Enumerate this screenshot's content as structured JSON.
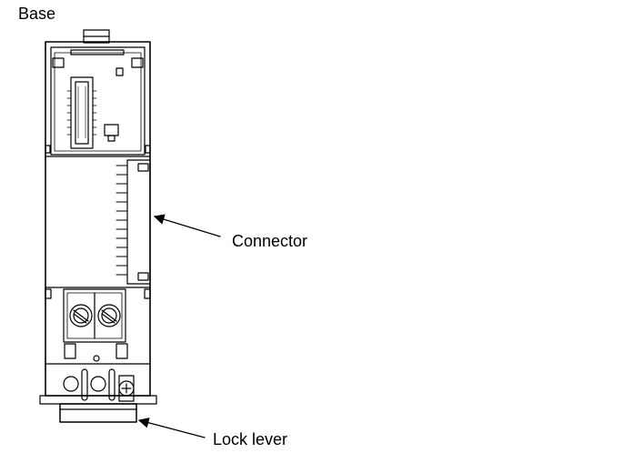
{
  "diagram": {
    "title": "Base",
    "callouts": {
      "connector": "Connector",
      "lock_lever": "Lock lever"
    },
    "line_color": "#000000",
    "background": "#ffffff"
  }
}
